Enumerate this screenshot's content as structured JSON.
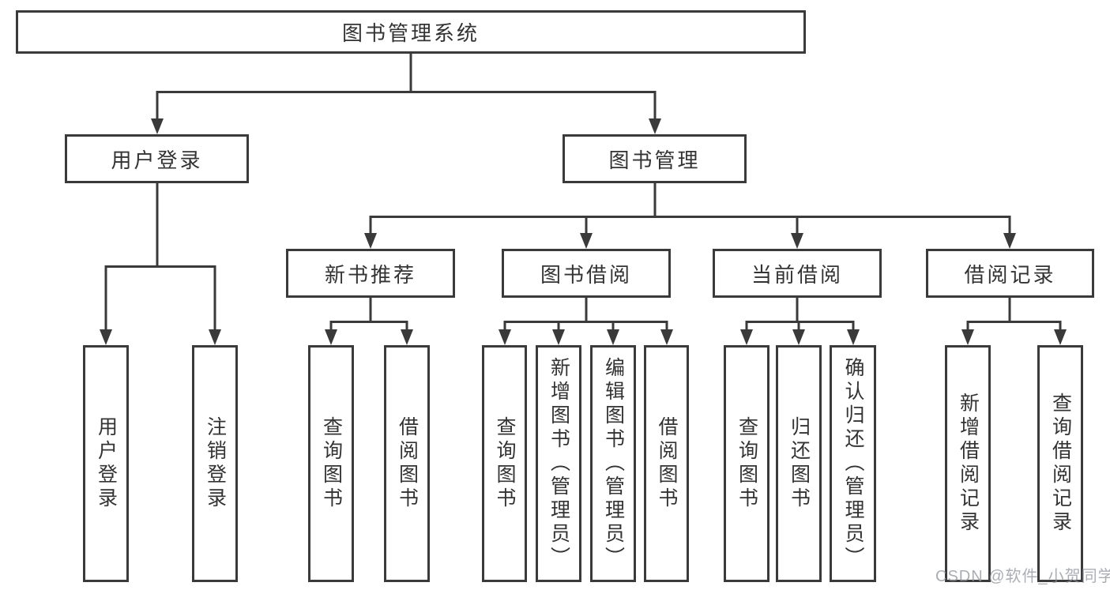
{
  "diagram": {
    "root": {
      "label": "图书管理系统"
    },
    "level2": [
      {
        "label": "用户登录"
      },
      {
        "label": "图书管理"
      }
    ],
    "level3": [
      {
        "label": "新书推荐"
      },
      {
        "label": "图书借阅"
      },
      {
        "label": "当前借阅"
      },
      {
        "label": "借阅记录"
      }
    ],
    "leaves": {
      "user_login": [
        {
          "label": "用户登录"
        },
        {
          "label": "注销登录"
        }
      ],
      "new_book": [
        {
          "label": "查询图书"
        },
        {
          "label": "借阅图书"
        }
      ],
      "book_borrow": [
        {
          "label": "查询图书"
        },
        {
          "label": "新增图书（管理员）"
        },
        {
          "label": "编辑图书（管理员）"
        },
        {
          "label": "借阅图书"
        }
      ],
      "current_borrow": [
        {
          "label": "查询图书"
        },
        {
          "label": "归还图书"
        },
        {
          "label": "确认归还（管理员）"
        }
      ],
      "borrow_record": [
        {
          "label": "新增借阅记录"
        },
        {
          "label": "查询借阅记录"
        }
      ]
    },
    "watermark": "CSDN @软件_小贺同学",
    "colors": {
      "line": "#3a3a3a",
      "text": "#333333",
      "background": "#ffffff",
      "watermark": "#8e939c"
    }
  }
}
